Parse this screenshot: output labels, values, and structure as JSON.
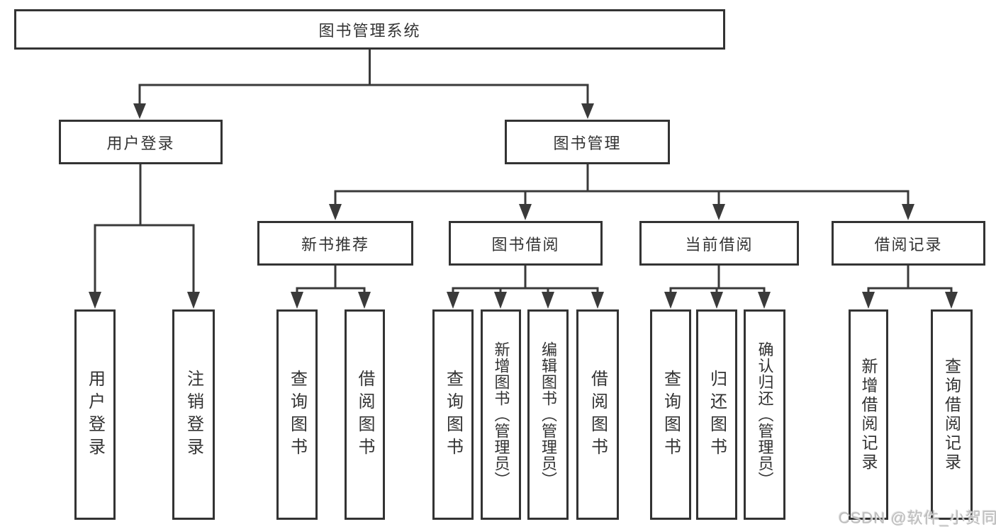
{
  "tree": {
    "root": "图书管理系统",
    "branches": [
      {
        "label": "用户登录",
        "leaves": [
          "用户登录",
          "注销登录"
        ]
      },
      {
        "label": "图书管理",
        "groups": [
          {
            "label": "新书推荐",
            "leaves": [
              "查询图书",
              "借阅图书"
            ]
          },
          {
            "label": "图书借阅",
            "leaves": [
              "查询图书",
              "新增图书（管理员）",
              "编辑图书（管理员）",
              "借阅图书"
            ]
          },
          {
            "label": "当前借阅",
            "leaves": [
              "查询图书",
              "归还图书",
              "确认归还（管理员）"
            ]
          },
          {
            "label": "借阅记录",
            "leaves": [
              "新增借阅记录",
              "查询借阅记录"
            ]
          }
        ]
      }
    ]
  },
  "watermark": "CSDN @软件_小贺同学",
  "colors": {
    "line": "#3a3a3a",
    "box_border": "#333333",
    "text": "#333333",
    "background": "#ffffff",
    "watermark": "#bdbdbd"
  }
}
